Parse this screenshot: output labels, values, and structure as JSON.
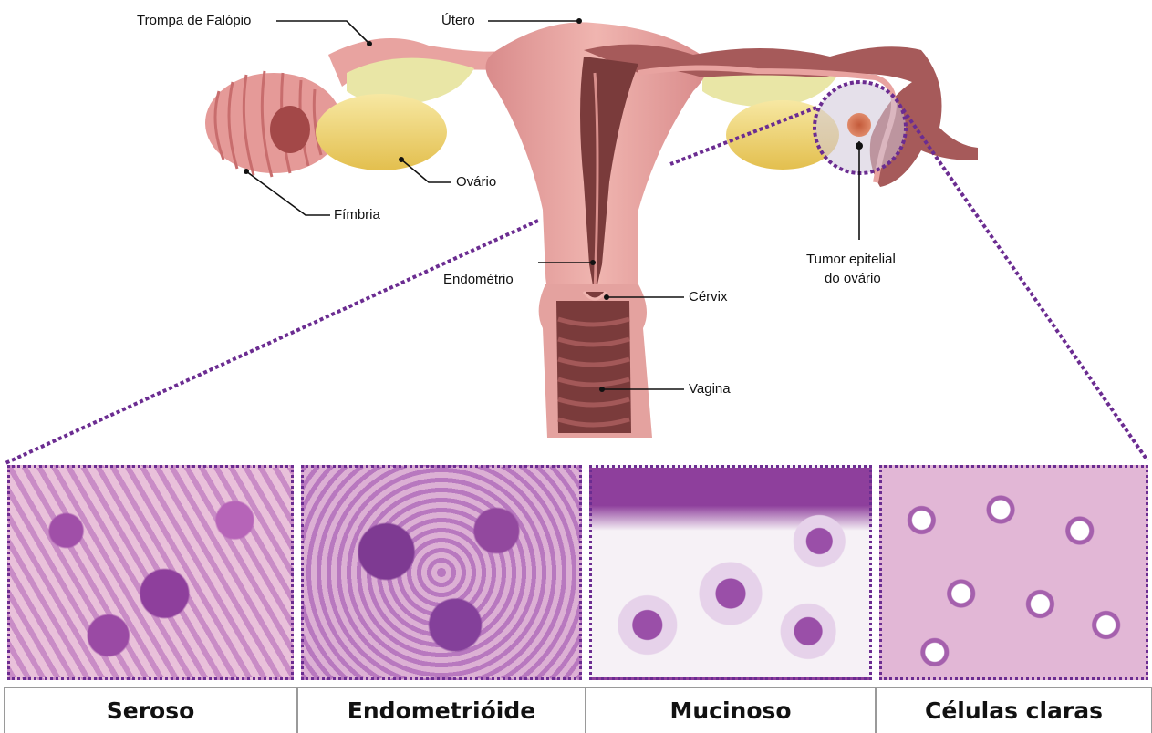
{
  "anatomy": {
    "labels": {
      "fallopian_tube": "Trompa de Falópio",
      "uterus": "Útero",
      "ovary": "Ovário",
      "fimbria": "Fímbria",
      "endometrium": "Endométrio",
      "cervix": "Cérvix",
      "vagina": "Vagina",
      "tumor_line1": "Tumor epitelial",
      "tumor_line2": "do ovário"
    }
  },
  "histology": {
    "panels": [
      {
        "label": "Seroso"
      },
      {
        "label": "Endometrióide"
      },
      {
        "label": "Mucinoso"
      },
      {
        "label": "Células claras"
      }
    ]
  },
  "colors": {
    "tissue_pink": "#e8a3a0",
    "tissue_dark": "#7a3b3b",
    "ovary_yellow": "#f2d97a",
    "highlight_purple": "#6b2c91",
    "stain_purple": "#8e3f9c",
    "stain_pink": "#e7b6d3"
  }
}
